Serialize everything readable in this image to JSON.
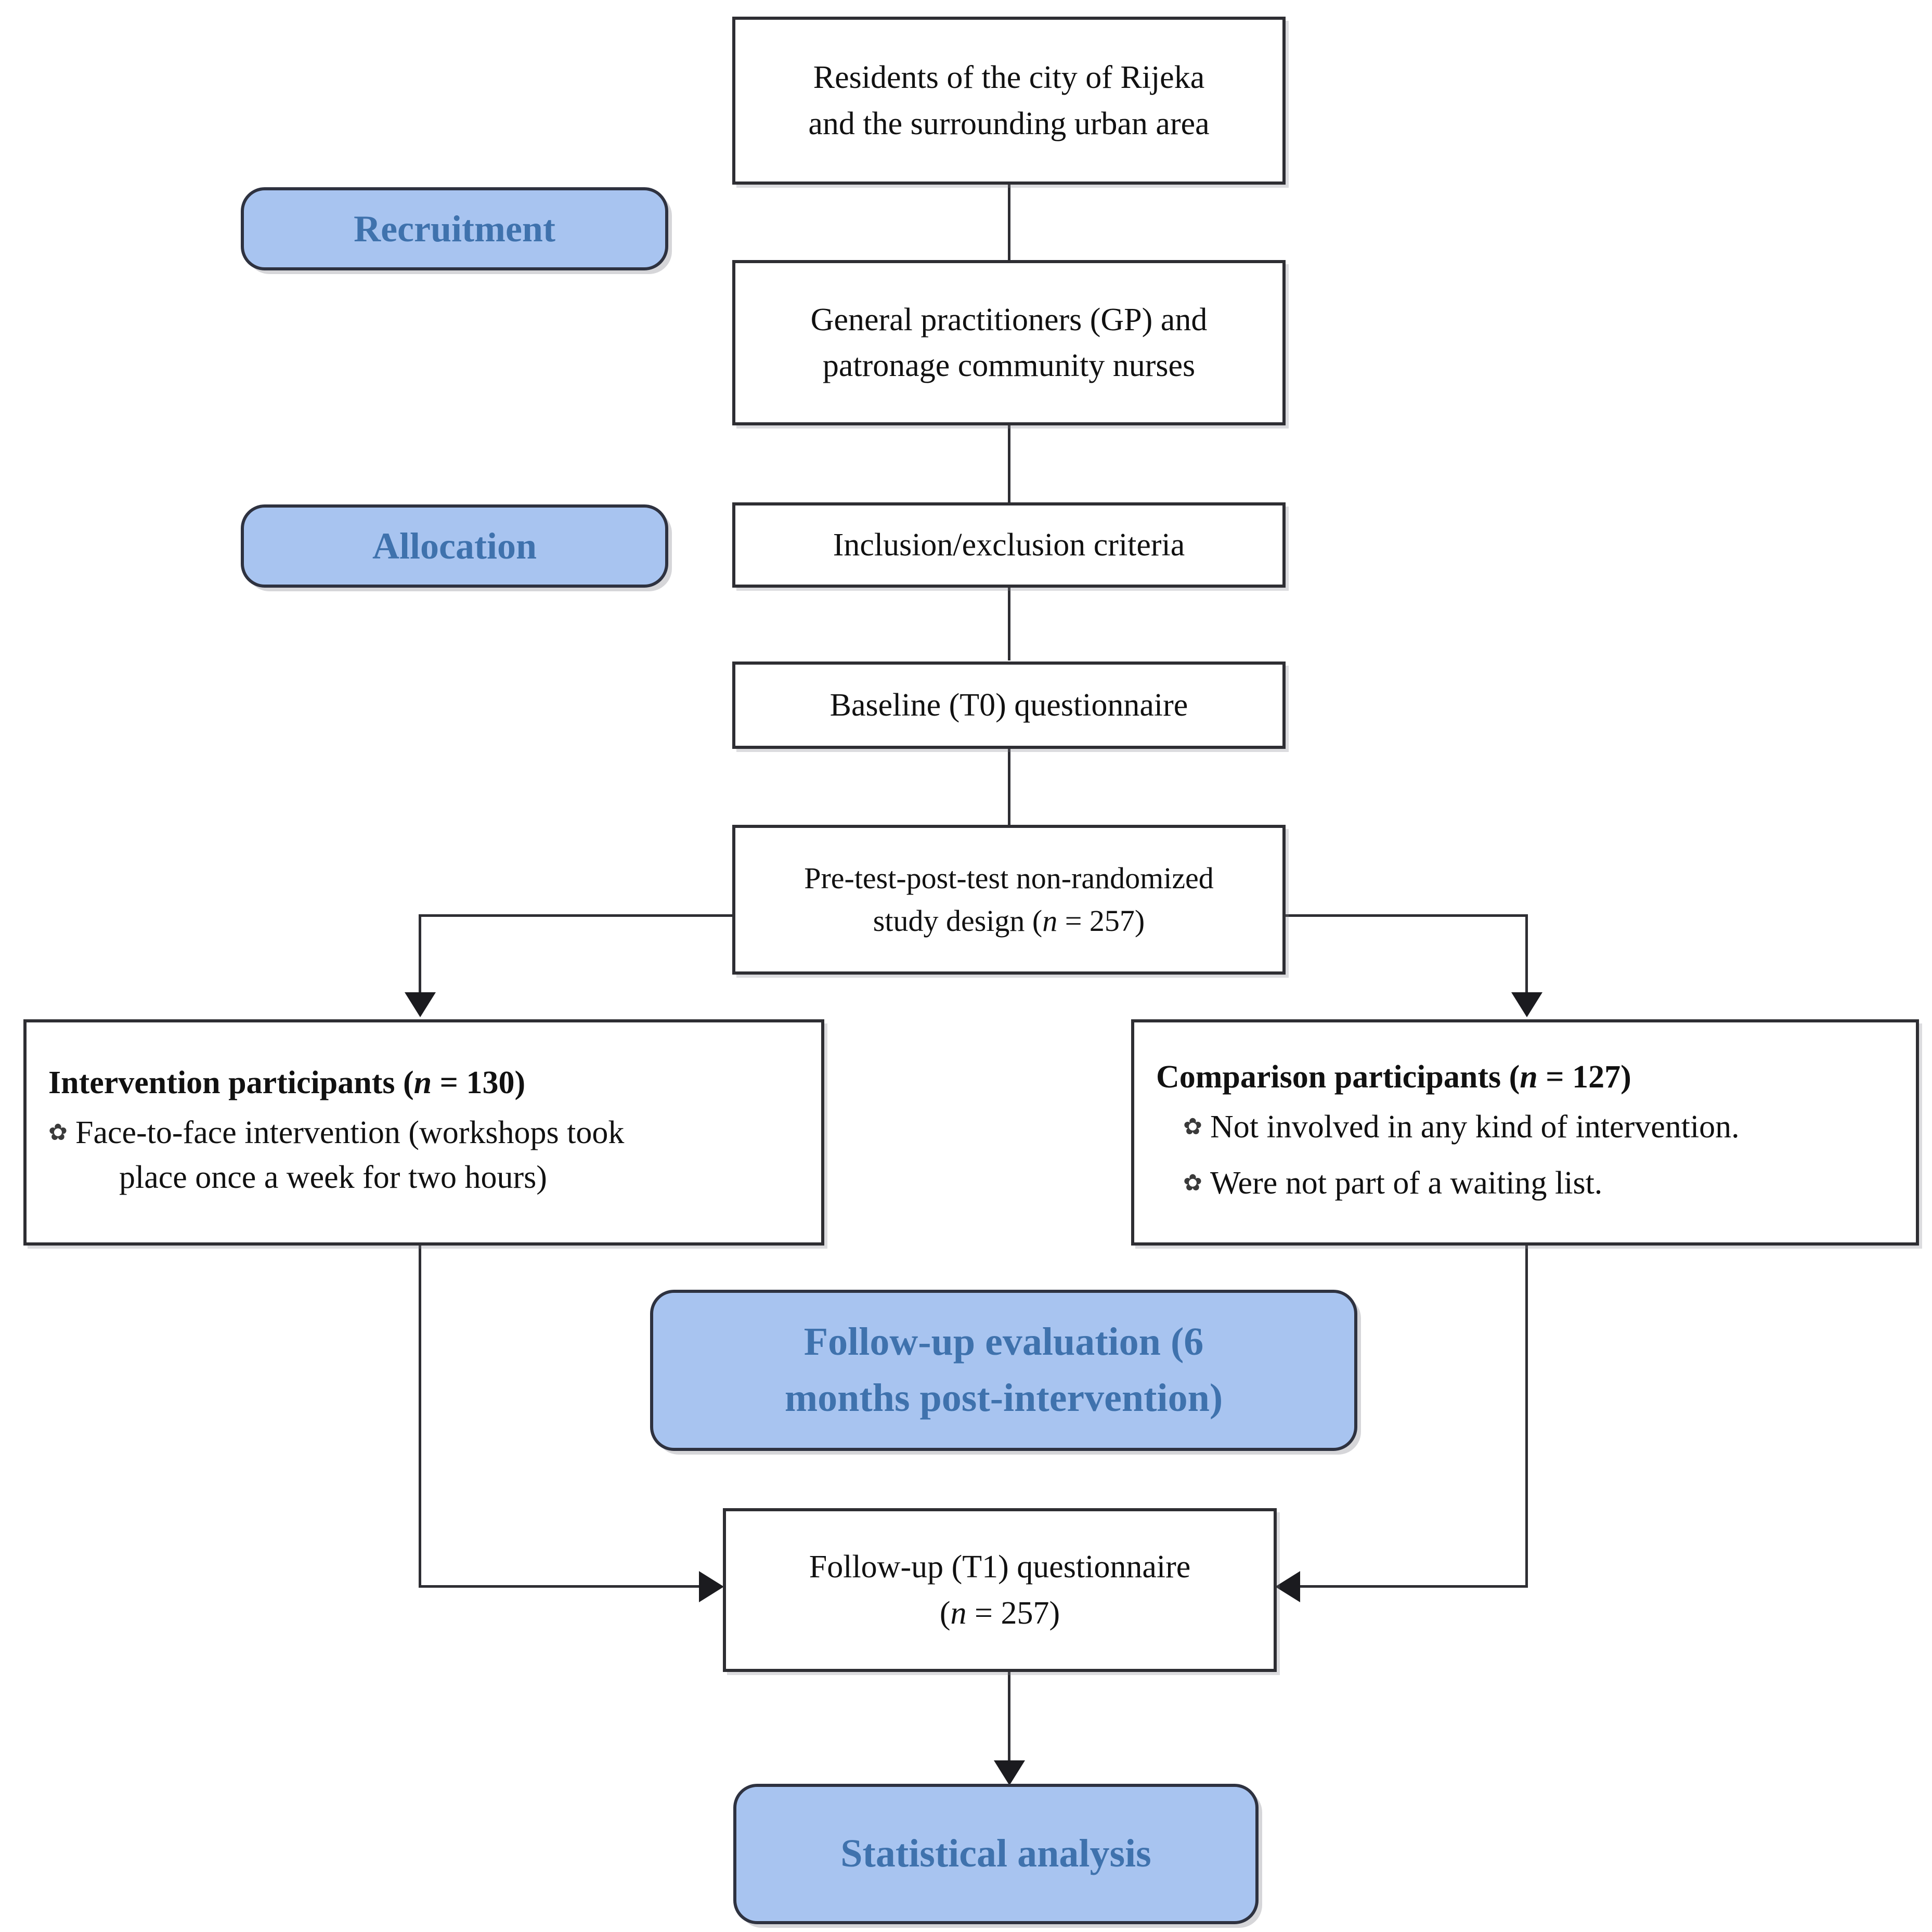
{
  "diagram": {
    "title": "Pre-test-post-test non-randomized study flow diagram",
    "colors": {
      "pill_fill": "#a8c4f0",
      "pill_text": "#3f72ad",
      "box_border": "#2e2e33",
      "box_fill": "#ffffff",
      "connector": "#2e2e33",
      "body_text": "#111111"
    }
  },
  "stage_labels": {
    "recruitment": "Recruitment",
    "allocation": "Allocation",
    "followup_evaluation_line1": "Follow-up evaluation (6",
    "followup_evaluation_line2": "months post-intervention)",
    "statistical_analysis": "Statistical analysis"
  },
  "nodes": {
    "residents": {
      "line1": "Residents of the city of Rijeka",
      "line2": "and the surrounding urban area"
    },
    "providers": {
      "line1": "General practitioners (GP) and",
      "line2": "patronage community nurses"
    },
    "criteria": {
      "line1": "Inclusion/exclusion criteria"
    },
    "baseline": {
      "line1": "Baseline (T0) questionnaire"
    },
    "design": {
      "line1": "Pre-test-post-test non-randomized",
      "line2_prefix": "study design (",
      "line2_italic": "n",
      "line2_suffix": " = 257)"
    },
    "intervention": {
      "heading_prefix": "Intervention participants (",
      "heading_italic": "n",
      "heading_suffix": " = 130)",
      "bullet_glyph": "✿",
      "bullet_line1": "Face-to-face intervention (workshops took",
      "bullet_line2": "place once a week for two hours)"
    },
    "comparison": {
      "heading_prefix": "Comparison participants (",
      "heading_italic": "n",
      "heading_suffix": " = 127)",
      "bullet_glyph": "✿",
      "bullet_1": "Not involved in any kind of intervention.",
      "bullet_2": "Were not part of a waiting list."
    },
    "followup_questionnaire": {
      "line1": "Follow-up (T1) questionnaire",
      "line2_prefix": "(",
      "line2_italic": "n",
      "line2_suffix": " = 257)"
    }
  },
  "counts": {
    "total_enrolled": 257,
    "intervention_n": 130,
    "comparison_n": 127,
    "followup_n": 257
  }
}
